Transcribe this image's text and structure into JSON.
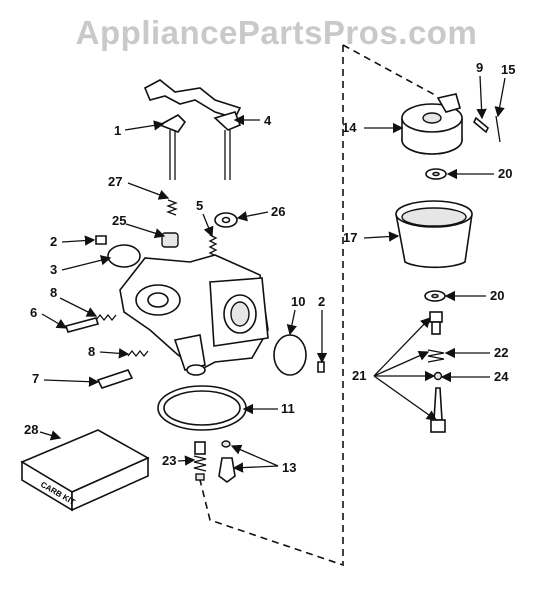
{
  "watermark": "AppliancePartsPros.com",
  "callouts": [
    "1",
    "4",
    "27",
    "5",
    "26",
    "25",
    "2",
    "3",
    "8",
    "6",
    "8",
    "7",
    "10",
    "2",
    "11",
    "28",
    "23",
    "13",
    "14",
    "9",
    "15",
    "20",
    "17",
    "20",
    "21",
    "22",
    "24"
  ],
  "kit_label": "CARB KIT"
}
